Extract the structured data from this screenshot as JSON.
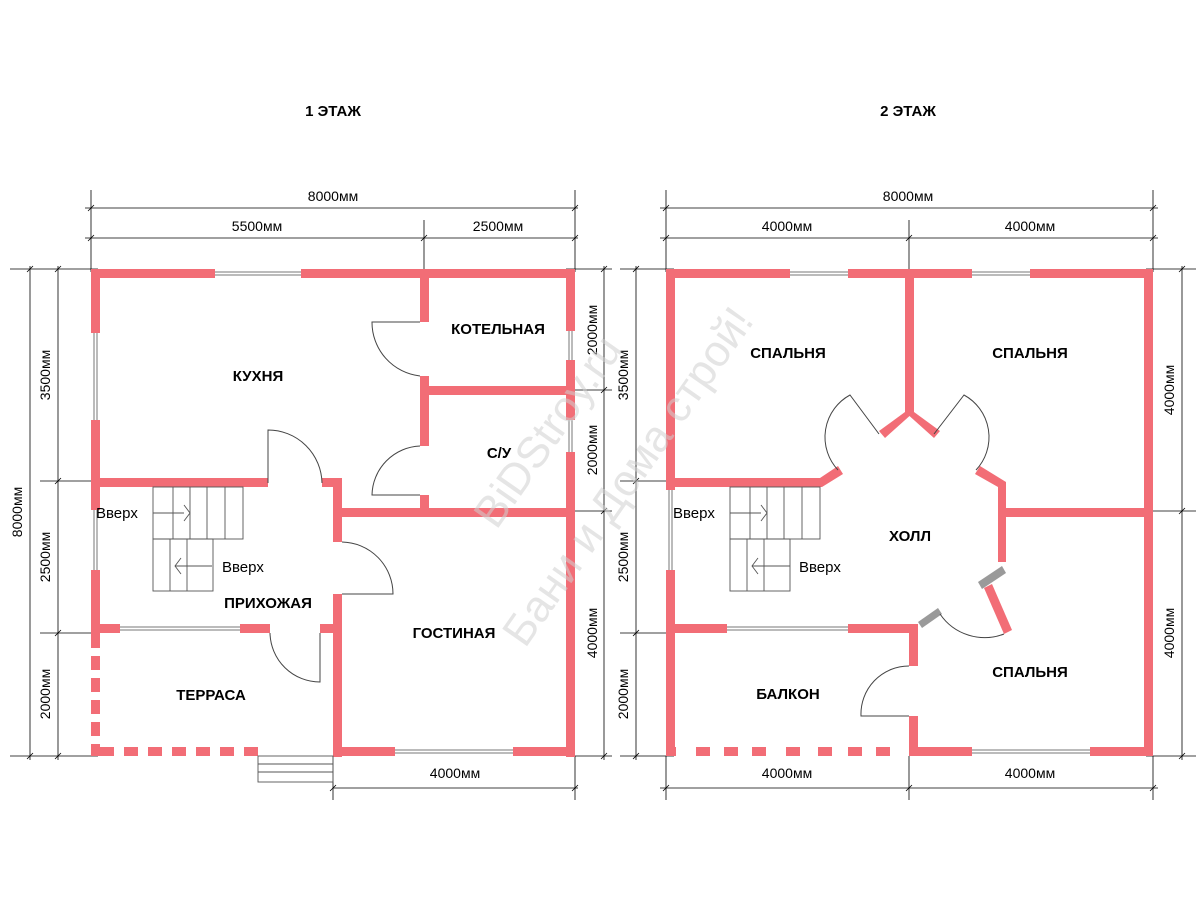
{
  "floors": [
    {
      "title": "1 ЭТАЖ",
      "rooms": [
        "КУХНЯ",
        "КОТЕЛЬНАЯ",
        "С/У",
        "ПРИХОЖАЯ",
        "ГОСТИНАЯ",
        "ТЕРРАСА"
      ],
      "stair_labels": [
        "Вверх",
        "Вверх"
      ],
      "dimensions": {
        "top_total": "8000мм",
        "top_left": "5500мм",
        "top_right": "2500мм",
        "bottom": "4000мм",
        "left_total": "8000мм",
        "left_top": "3500мм",
        "left_mid": "2500мм",
        "left_bottom": "2000мм",
        "right_top": "2000мм",
        "right_mid": "2000мм",
        "right_bottom": "4000мм"
      }
    },
    {
      "title": "2 ЭТАЖ",
      "rooms": [
        "СПАЛЬНЯ",
        "СПАЛЬНЯ",
        "ХОЛЛ",
        "СПАЛЬНЯ",
        "БАЛКОН"
      ],
      "stair_labels": [
        "Вверх",
        "Вверх"
      ],
      "dimensions": {
        "top_total": "8000мм",
        "top_left": "4000мм",
        "top_right": "4000мм",
        "bottom_left": "4000мм",
        "bottom_right": "4000мм",
        "left_top": "3500мм",
        "left_mid": "2500мм",
        "left_bottom": "2000мм",
        "right_top": "4000мм",
        "right_bottom": "4000мм"
      }
    }
  ],
  "watermark": [
    "BiDStroy.ru",
    "Бани и Дома строй!"
  ],
  "colors": {
    "wall": "#f26d76",
    "window": "#777777",
    "door": "#444444",
    "dimension": "#000000"
  }
}
